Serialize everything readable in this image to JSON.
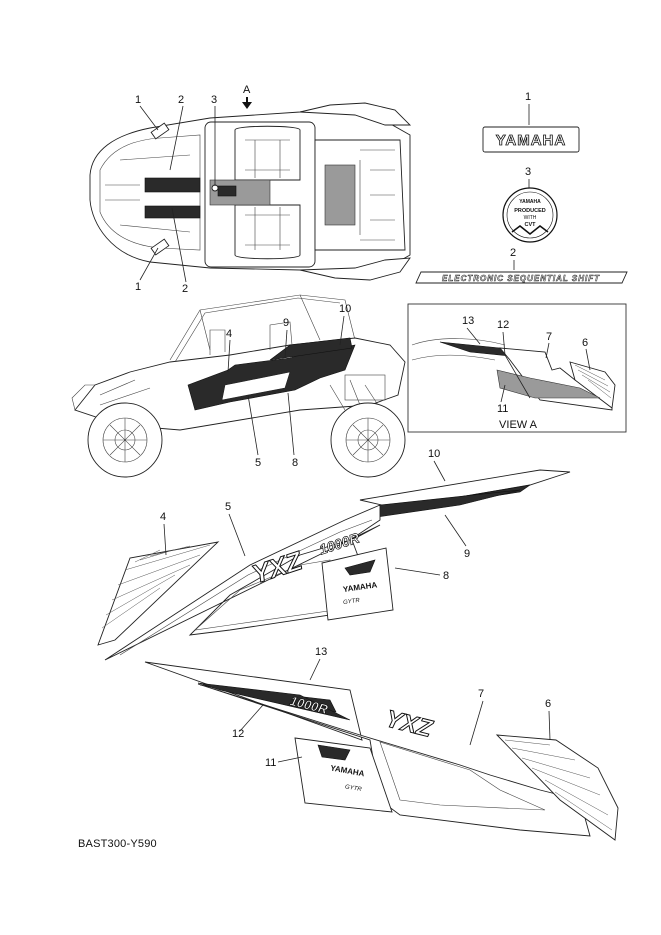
{
  "view_marker": "A",
  "view_label": "VIEW A",
  "footer_code": "BAST300-Y590",
  "decal_text": {
    "emblem1": "YAMAHA",
    "emblem3_top": "YAMAHA",
    "emblem3_line1": "PRODUCED",
    "emblem3_line2": "WITH",
    "emblem3_line3": "CVT",
    "emblem2": "ELECTRONIC SEQUENTIAL SHIFT",
    "badge_brand": "YAMAHA",
    "badge_sub": "GYTR",
    "big_model": "1000R",
    "big_yxz": "YXZ"
  },
  "callouts": {
    "c1a": "1",
    "c1b": "1",
    "c2a": "2",
    "c2b": "2",
    "c3": "3",
    "r1": "1",
    "r3": "3",
    "r2": "2",
    "s4": "4",
    "s5": "5",
    "s8": "8",
    "s9": "9",
    "s10": "10",
    "v13": "13",
    "v12": "12",
    "v7": "7",
    "v6": "6",
    "v11": "11",
    "d10": "10",
    "d4": "4",
    "d5": "5",
    "d9": "9",
    "d8": "8",
    "d13": "13",
    "d7": "7",
    "d6": "6",
    "d12": "12",
    "d11": "11"
  }
}
